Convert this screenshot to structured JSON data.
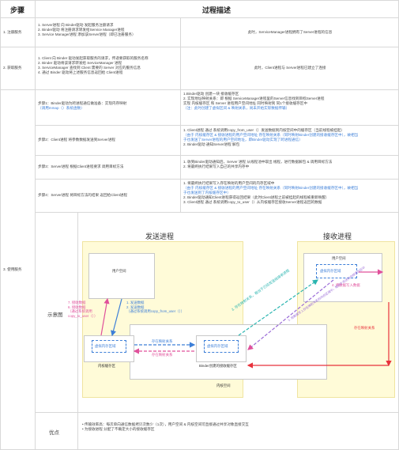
{
  "header": {
    "step": "步骤",
    "process": "过程描述"
  },
  "rows": {
    "register": {
      "label": "1. 注册服务",
      "lines": [
        "1. Server进程 向 Binder驱动 发起服务注册请求",
        "2. Binder驱动 将注册请求转发给Service Manager进程",
        "3. Service Manager进程 添加该Server进程（即已注册服务）"
      ],
      "result": "此时，ServiceManager进程拥有了Server进程的信息"
    },
    "obtain": {
      "label": "2. 获取服务",
      "lines": [
        "1. Client 向 Binder 驱动发起获取服务的请求，传递要获取的服务名称",
        "2. Binder 驱动将该请求转发给 ServiceManager 进程",
        "3. ServiceManager 查找到 Client 需要的 Server 对应的服务信息",
        "4. 通过 Binder 驱动将上述服务信息返回给 Client进程"
      ],
      "result": "此时，Client进程与 Server进程已建立了连接"
    },
    "use": {
      "label": "3. 使用服务",
      "steps": [
        {
          "label": "步骤1：Binder驱动为跨进程通信做准备：实现内存映射",
          "sub": "（调用mmap（）系统函数）",
          "lines": [
            "1.Binder驱动 创建一块 接收缓存区",
            "2. 实现地址映射关系：即 根据 ServiceManager进程里的Server信息找到目标Server进程",
            "   实现 内核缓存区 和 Server 进程用户空间地址 同时映射到 同1个接收缓存区中",
            "（注：此时创建了虚拟区间 & 映射关系，尚未开始实际数据传输）"
          ]
        },
        {
          "label": "步骤2：Client进程 将参数数据发送到Server进程",
          "lines": [
            "1. Client进程 通过 系统调用copy_from_user（）发送数据到内核空间中的缓存区（当前线程被挂起）",
            "  （由于 内核缓存区 & 接收进程的用户空间地址 存在映射关系（同时映射Binder创建的接收缓存区中），故相当",
            "   于也发送了Server进程的用户空间地址，即Binder驱动实现了跨进程通信）",
            "2. Binder驱动 通知Server进程 解包"
          ]
        },
        {
          "label": "步骤3：Server进程 根据Client进程要求 调用目标方法",
          "lines": [
            "1. 收到Binder驱动通知后，Server 进程 从线程池中取出 线程，进行数据解包 & 调用目标方法",
            "2. 将最终执行结果写入自己的共享内存中"
          ]
        },
        {
          "label": "步骤4：Server进程 将目标方法的结果 返回给Client进程",
          "lines": [
            "1. 将最终执行结果写入存在映射的用户空间的内存区域中",
            "  （由于 内核缓存区 & 接收进程的用户空间地址 存在映射关系（同时映射Binder创建的接收缓存区中），故相当",
            "   于也发送到了内核缓存区中）",
            "2. Binder驱动通知Client进程获得返回结果（此时Client进程之前被挂起的线程被重新唤醒）",
            "3. Client进程 通过 系统调用copy_to_user（）从内核缓存区接收Server进程返回的数据"
          ]
        }
      ],
      "diagram_label": "示意图",
      "diagram": {
        "send_title": "发送进程",
        "recv_title": "接收进程",
        "send_user_space": "用户空间",
        "recv_user_space": "用户空间",
        "kernel_space": "内核空间",
        "kernel_buffer": "内核缓存区",
        "binder_buffer": "Binder创建的接收缓存区",
        "virtual_mem_1": "虚拟内存区域",
        "virtual_mem_2": "虚拟内存区域",
        "virtual_mem_3": "虚拟内存区域",
        "send_steps": [
          "1. 发送数据",
          "2. 发送数据",
          "（通过系统调用copy_from_user（））"
        ],
        "return_steps": [
          "7. 接收数据",
          "6. 接收数据",
          "（通过系统调用",
          "copy_to_user（））"
        ],
        "mapping_1": "存在映射关系",
        "mapping_2": "存在映射关系",
        "mapping_3": "存在映射关系",
        "write_data": "4. 将数据写入数据",
        "recv_step_3": "3. 存在映射关系，相当于已经发送给接收进程",
        "recv_step_5": "5. 将数据写入存在映射关系的内存区域中，相当于发送到内核缓存区中"
      },
      "advantages_label": "优点",
      "advantages": [
        "• 传输效率高：每次单向通信数据拷贝次数少（1次），用户空间 & 内核空间可直接通过共享对象直接交互",
        "• 为接收进程 分配了不确定大小的接收缓存区"
      ]
    }
  },
  "colors": {
    "accent_blue": "#3d7fd8",
    "magenta": "#e0509b",
    "red": "#e8323c",
    "teal": "#2ab5b0",
    "yellow_fill": "#fffbd8",
    "purple": "#9b6cd8"
  }
}
